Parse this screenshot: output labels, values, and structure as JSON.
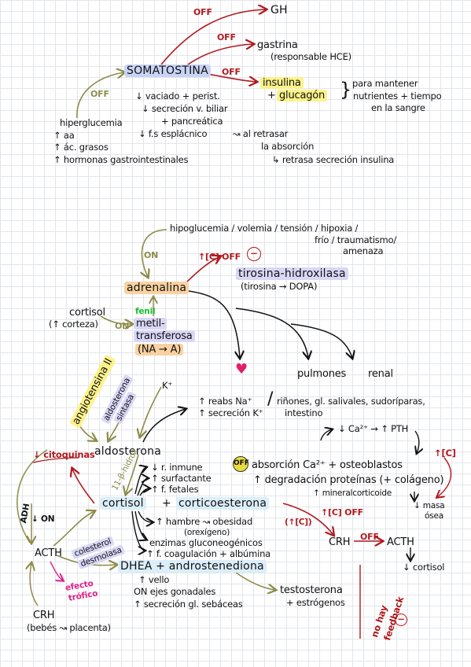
{
  "top": {
    "gh": "GH",
    "gastrina": "gastrina",
    "gastrina_note": "(responsable HCE)",
    "somatostina": "SOMATOSTINA",
    "insulina": "insulina",
    "glucagon": "glucagón",
    "plus1": "+",
    "brace": "}",
    "mantener_1": "para mantener",
    "mantener_2": "nutrientes + tiempo",
    "mantener_3": "en la sangre",
    "off": "OFF",
    "effects": [
      "↓ vaciado + perist.",
      "↓ secreción v. biliar",
      "+ pancreática",
      "↓ f.s esplácnico"
    ],
    "retrasar_1": "↝ al retrasar",
    "retrasar_2": "la absorción",
    "retrasar_3": "↳ retrasa secreción insulina",
    "stimuli": [
      "hiperglucemia",
      "↑ aa",
      "↑ ác. grasos",
      "↑ hormonas gastrointestinales"
    ]
  },
  "mid": {
    "stimuli_1": "hipoglucemia / volemia / tensión / hipoxia /",
    "stimuli_2": "frío / traumatismo/",
    "stimuli_3": "amenaza",
    "on": "ON",
    "adrenalina": "adrenalina",
    "cortc_off": "↑[C] OFF",
    "minus": "−",
    "tirosina": "tirosina-hidroxilasa",
    "tirosina_sub": "(tirosina → DOPA)",
    "cortisol": "cortisol",
    "cortisol_sub": "(↑ corteza)",
    "feni": "fenil",
    "metil_1": "metil-",
    "metil_2": "transferosa",
    "metil_3": "(NA → A)",
    "heart": "♥",
    "pulmones": "pulmones",
    "renal": "renal"
  },
  "bottom": {
    "angiotensina": "angiotensina II",
    "aldosterona_sintasa_1": "aldosterona",
    "aldosterona_sintasa_2": "sintasa",
    "k": "K⁺",
    "reabs_1": "↑ reabs Na⁺",
    "reabs_2": "↑ secreción K⁺",
    "rinones_1": "riñones, gl. salivales, sudoríparas,",
    "rinones_2": "intestino",
    "citoquinas": "↓ citoquinas",
    "aldosterona": "aldosterona",
    "ca_pth": "↓ Ca²⁺ → ↑ PTH",
    "hidrox": "11-β-hidrox",
    "effects": [
      "↓ r. inmune",
      "↑ surfactante",
      "↑ f. fetales"
    ],
    "absorcion": "absorción Ca²⁺ + osteoblastos",
    "degradacion": "↑ degradación proteínas (+ colágeno)",
    "mineral": "↑ mineralcorticoide",
    "masa": "↓ masa",
    "osea": "ósea",
    "cortc_small": "↑[C]",
    "cortisol": "cortisol",
    "plus": "+",
    "corticoesterona": "corticoesterona",
    "hambre": "↑ hambre ↝ obesidad",
    "orexigeno": "(orexígeno)",
    "cc": "(↑[C])",
    "enzimas": "enzimas gluconeogénicos",
    "coagulacion": "↑ f. coagulación + albúmina",
    "dhea": "DHEA + androstenediona",
    "vello": "↑ vello",
    "on_ejes": "ON ejes gonadales",
    "secrecion": "↑ secreción gl. sebáceas",
    "testosterona": "testosterona",
    "estrogenos": "+ estrógenos",
    "adh": "ADH",
    "on": "↓ ON",
    "acth": "ACTH",
    "colesterol_1": "colesterol",
    "colesterol_2": "desmolasa",
    "efecto_1": "efecto",
    "efecto_2": "trófico",
    "crh": "CRH",
    "crh_sub": "(bebés ↝ placenta)",
    "cc_off": "↑[C] OFF",
    "crh2": "CRH",
    "off": "OFF",
    "acth2": "ACTH",
    "cortisol2": "↓ cortisol",
    "no_hay_1": "no hay",
    "no_hay_2": "feedback",
    "minus": "−",
    "cc_right": "↑[C]"
  }
}
